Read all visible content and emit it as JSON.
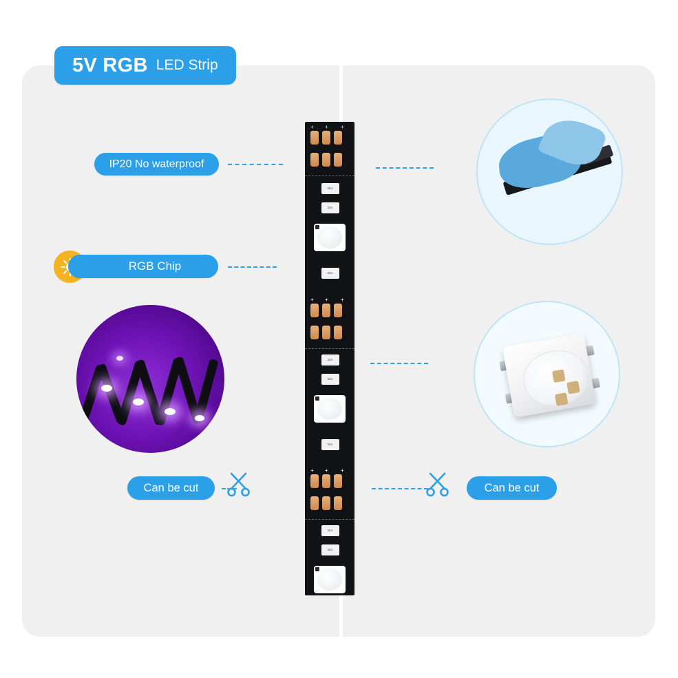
{
  "header": {
    "title_strong": "5V RGB",
    "title_light": "LED Strip",
    "accent_color": "#2b9fe8"
  },
  "panel": {
    "background_color": "#f0f0f0",
    "divider_color": "#ffffff"
  },
  "labels": {
    "waterproof": "IP20 No waterproof",
    "chip": "RGB Chip",
    "cut_left": "Can be cut",
    "cut_right": "Can be cut"
  },
  "icons": {
    "sun": "sun-icon",
    "sun_color": "#f5b321",
    "scissors_left": "scissors-icon",
    "scissors_right": "scissors-icon"
  },
  "insets": {
    "top_right": {
      "name": "adhesive-backing-photo",
      "caption": ""
    },
    "bottom_right": {
      "name": "rgb-smd-5050-chip-photo",
      "caption": ""
    },
    "left": {
      "name": "lit-led-strip-reel-photo",
      "caption": ""
    }
  },
  "strip": {
    "name": "led-strip-illustration",
    "board_color": "#111216",
    "pad_color": "#cf8a4e",
    "resistor_marks": [
      "151",
      "181",
      "151",
      "181",
      "151",
      "181"
    ],
    "polarity_marks": [
      "+",
      "+",
      "+",
      "+"
    ]
  }
}
